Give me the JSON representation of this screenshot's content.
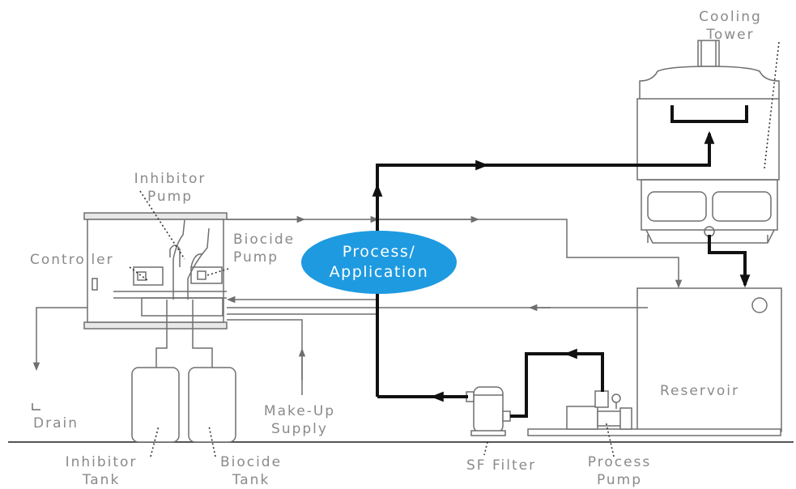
{
  "labels": {
    "cooling_tower": [
      "Cooling",
      "Tower"
    ],
    "inhibitor_pump": [
      "Inhibitor",
      "Pump"
    ],
    "biocide_pump": [
      "Biocide",
      "Pump"
    ],
    "controller": "Controller",
    "process_application": [
      "Process/",
      "Application"
    ],
    "drain": "Drain",
    "make_up_supply": [
      "Make-Up",
      "Supply"
    ],
    "inhibitor_tank": [
      "Inhibitor",
      "Tank"
    ],
    "biocide_tank": [
      "Biocide",
      "Tank"
    ],
    "sf_filter": "SF Filter",
    "process_pump": [
      "Process",
      "Pump"
    ],
    "reservoir": "Reservoir"
  },
  "colors": {
    "label_text": "#8a8a8a",
    "line": "#6f6f6f",
    "heavy_pipe": "#111111",
    "bubble_fill": "#1e9ae0",
    "bubble_text": "#ffffff"
  }
}
